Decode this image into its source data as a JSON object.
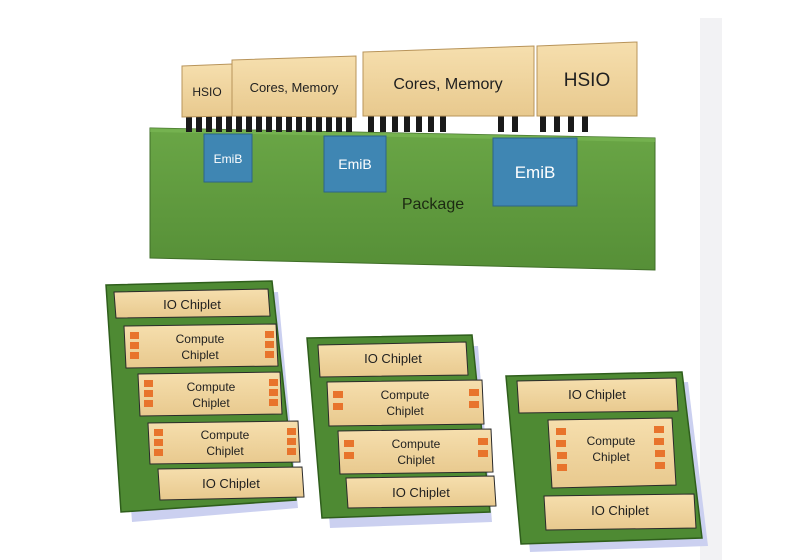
{
  "top_diagram": {
    "dies": [
      {
        "label": "HSIO"
      },
      {
        "label": "Cores, Memory"
      },
      {
        "label": "Cores, Memory"
      },
      {
        "label": "HSIO"
      }
    ],
    "bridges": [
      {
        "label": "EmiB"
      },
      {
        "label": "EmiB"
      },
      {
        "label": "EmiB"
      }
    ],
    "package_label": "Package"
  },
  "packages": [
    {
      "chiplets": [
        "IO Chiplet",
        "Compute Chiplet",
        "Compute Chiplet",
        "Compute Chiplet",
        "IO Chiplet"
      ]
    },
    {
      "chiplets": [
        "IO Chiplet",
        "Compute Chiplet",
        "Compute Chiplet",
        "IO Chiplet"
      ]
    },
    {
      "chiplets": [
        "IO Chiplet",
        "Compute Chiplet",
        "IO Chiplet"
      ]
    }
  ],
  "colors": {
    "die": "#f3d7a0",
    "die_edge": "#c9a86b",
    "package": "#5f9c3f",
    "package_dark": "#3f6e27",
    "bridge": "#3f86b3",
    "pad": "#e8742c",
    "shadow": "#cbd0f0"
  }
}
